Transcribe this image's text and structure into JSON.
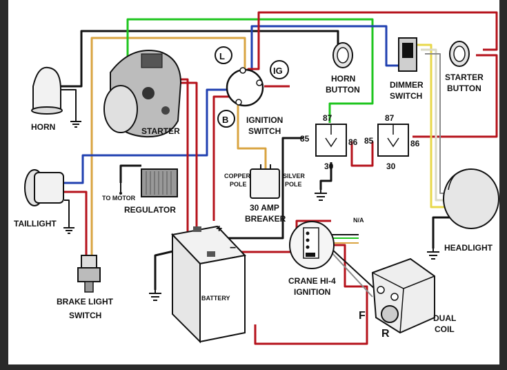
{
  "diagram": {
    "components": {
      "horn": "HORN",
      "starter": "STARTER",
      "regulator": "REGULATOR",
      "to_motor": "TO MOTOR",
      "taillight": "TAILLIGHT",
      "brake_switch_1": "BRAKE LIGHT",
      "brake_switch_2": "SWITCH",
      "battery": "BATTERY",
      "breaker_1": "30 AMP",
      "breaker_2": "BREAKER",
      "copper_pole_1": "COPPER",
      "copper_pole_2": "POLE",
      "silver_pole_1": "SILVER",
      "silver_pole_2": "POLE",
      "ignition_switch_1": "IGNITION",
      "ignition_switch_2": "SWITCH",
      "terminal_l": "L",
      "terminal_ig": "IG",
      "terminal_b": "B",
      "horn_button_1": "HORN",
      "horn_button_2": "BUTTON",
      "dimmer_switch_1": "DIMMER",
      "dimmer_switch_2": "SWITCH",
      "starter_button_1": "STARTER",
      "starter_button_2": "BUTTON",
      "headlight": "HEADLIGHT",
      "crane_1": "CRANE HI-4",
      "crane_2": "IGNITION",
      "na": "N/A",
      "dual_coil_1": "DUAL",
      "dual_coil_2": "COIL",
      "coil_f": "F",
      "coil_r": "R",
      "plus": "+",
      "minus": "−"
    },
    "relay_pins": {
      "r1_87": "87",
      "r1_85": "85",
      "r1_86": "86",
      "r1_30": "30",
      "r2_87": "87",
      "r2_85": "85",
      "r2_86": "86",
      "r2_30": "30"
    },
    "wire_colors": {
      "black": "#111111",
      "red": "#b5121b",
      "green": "#1ec51e",
      "blue": "#1f3fb0",
      "tan": "#d9a441",
      "yellow": "#e8d84a",
      "white": "#ffffff",
      "gray": "#8a8a8a"
    }
  }
}
